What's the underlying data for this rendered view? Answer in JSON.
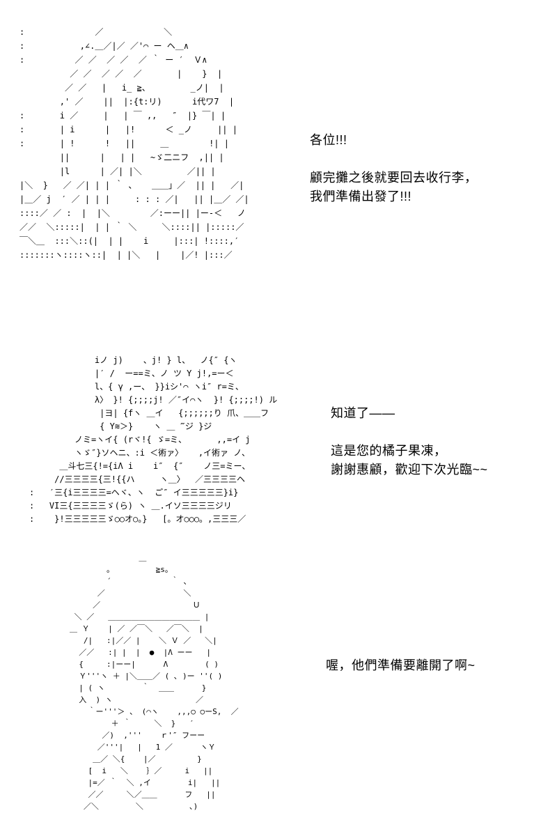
{
  "page": {
    "background_color": "#ffffff",
    "text_color": "#000000"
  },
  "panels": [
    {
      "character": "long-haired-girl",
      "art_lines": [
        ":              ／            ＼",
        ":           ,∠.＿／|／ ／'⌒ ー ヘ＿∧",
        ":          ／ ／  ／ ／  ／ ｀ ー ′  Ｖ∧",
        "          ／ ／  ／ ／  ／       |    }  |",
        "         ／ ／   |   i_ ≧、        _ノ|  |",
        "        ,' ／    ||  |:{t:リ)      i代ワ7  |",
        ":       i ／     |   | ￣ ,,   ″  |} ￣| |",
        ":       | i      |   |!      ＜ _ノ     || |",
        ":       | !      !   ||     ＿        !| |",
        "        ||      |   | |   ~ゞ二ニフ  ,|| |",
        "        |l      | ／| |＼         ／|| |",
        "|＼  }   ／ ／| | | ｀ 、   ＿＿」／  || |   ／|",
        "|＿／ j  ′ ／ | | |     : : : ／|   || |＿／ ／|",
        "::::／ ／ :  |  |＼        ／:ーー|| |ー-＜   ノ",
        "／／  ＼:::::|  | | ｀ ＼     ＼::::|| |:::::／",
        "￣＼＿  :::＼::(|  | |    i     |:::| !::::,′",
        ":::::::ヽ::::ヽ::|  | |＼   |    |／! |:::／"
      ],
      "dialogue_lines": [
        "各位!!!",
        "",
        "顧完攤之後就要回去收行李，",
        "我們準備出發了!!!"
      ]
    },
    {
      "character": "stall-keeper",
      "art_lines": [
        "             iノ j)    、j! } l、  ノ{″ {ヽ",
        "             |′ /  ー==ミ、ノ ツ Y j!,=ー＜",
        "             l、{ γ ,ー、 }}iシ'⌒ ヽi″ r=ミ、",
        "             λ〉 }! {;;;;j! ／″イ⌒ヽ  }! {;;;;!) ル",
        "              |ヨ| {fヽ ＿イ   {;;;;;;り 爪、＿＿フ",
        "              { Y≋＞}    ヽ ＿ ‴ジ }ジ",
        "         ノミ=ヽイ{ (rヾ!{ ゞ=ミ、      ,,=イ j",
        "         ヽゞ″}ソヘニ、:i ＜術ァ〉   ,イ術ァ ノ、",
        "      ＿斗七三{!={iΛ i    i″  {″    ノ三=ミー、",
        "     //三三三三{三!{{ハ     ヽ＿〉  ／三三三三ヘ",
        ":   ′三{i三三三三=ヘヾ、ヽ  ご″ イ三三三三三}i}",
        ":   VI三{三三三三ゞ(ら) ヽ ＿.イソ三三三三ジリ",
        ":    }!三三三三三ゞ○○オ○。}   [。オ○○○。,三三三／"
      ],
      "dialogue_lines": [
        "知道了——",
        "",
        "這是您的橘子果凍，",
        "謝謝惠顧，歡迎下次光臨~~"
      ]
    },
    {
      "character": "glasses-kid",
      "art_lines": [
        "               ＿",
        "        。         ≧s。",
        "        ´             ｀ 、",
        "      ／                 ＼",
        "     ／                    Ｕ",
        " ＼ ／   ＿＿＿＿＿＿＿＿＿＿＿＿ |",
        "＿ Ｙ    | ／ ／￣＼   ／￣＼  |",
        "   /|   :|／／ |    ＼ Ｖ ／   ＼|",
        "  ／／   :| |  |  ●  |Λ ーー   |",
        "  {     :|ーー|      Λ        ( )",
        "  Ｙ'''ヽ ＋ |＼＿＿／ ( ､ )ー ''( )",
        "  | ( ヽ        ｀  ＿＿      }",
        "  入  ) ヽ                  ／",
        "    ｀ー'''＞ 、 (⌒ヽ    ,,,○ ○ーS,  ／",
        "         ＋ ｀     ＼  }   ′",
        "       ／)  ,'''    ｒ'″ フーー",
        "      ／'''|   |   1 ／      ヽＹ",
        "     ＿／ ＼{    |／         }",
        "    [  i   ＼    ｝／     i   ||",
        "    |=／ ｀  ＼ ,イ        i|   ||",
        "    ／／     ＼／＿＿      フ   ||",
        "   ／＼        ＼          ､)"
      ],
      "dialogue_lines": [
        "喔，他們準備要離開了啊~"
      ]
    }
  ]
}
